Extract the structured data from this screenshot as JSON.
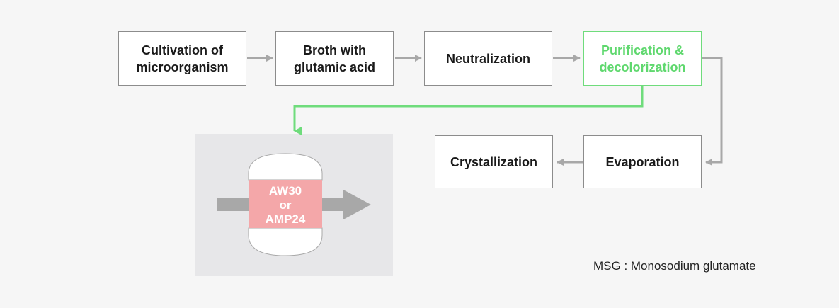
{
  "steps": {
    "cultivation": "Cultivation of\nmicroorganism",
    "broth": "Broth with\nglutamic acid",
    "neutralization": "Neutralization",
    "purification": "Purification &\ndecolorization",
    "evaporation": "Evaporation",
    "crystallization": "Crystallization"
  },
  "column": {
    "resin_line1": "AW30",
    "resin_line2": "or",
    "resin_line3": "AMP24"
  },
  "note": "MSG : Monosodium glutamate",
  "colors": {
    "background": "#f6f6f6",
    "box_border": "#8c8c8c",
    "arrow_gray": "#a8a8a8",
    "highlight_green": "#6fdc7c",
    "inset_bg": "#e7e7e9",
    "resin_pink": "#f4a7a9"
  }
}
